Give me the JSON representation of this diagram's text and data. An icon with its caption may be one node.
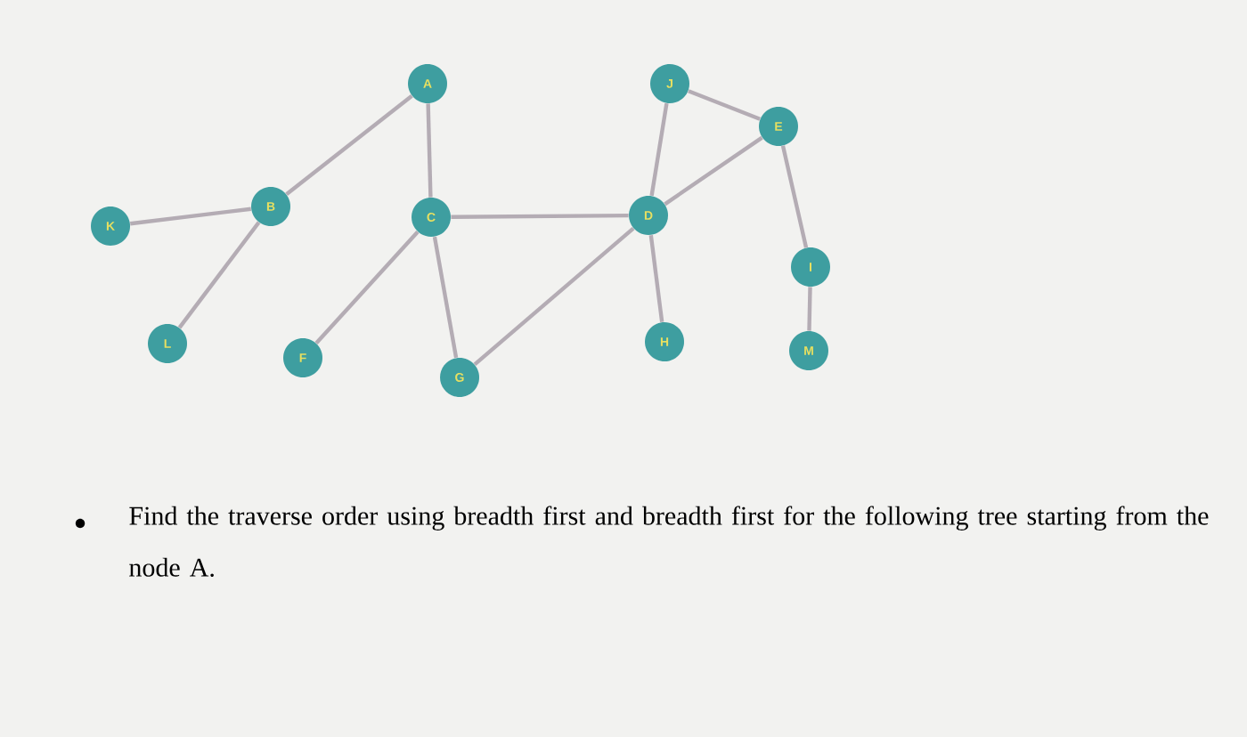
{
  "diagram": {
    "nodes": [
      {
        "text": [
          "A"
        ]
      },
      {
        "text": [
          "J"
        ]
      },
      {
        "text": [
          "E"
        ]
      },
      {
        "text": [
          "K"
        ]
      },
      {
        "text": [
          "B"
        ]
      },
      {
        "text": [
          "C"
        ]
      },
      {
        "text": [
          "D"
        ]
      },
      {
        "text": [
          "I"
        ]
      },
      {
        "text": [
          "L"
        ]
      },
      {
        "text": [
          "F"
        ]
      },
      {
        "text": [
          "G"
        ]
      },
      {
        "text": [
          "H"
        ]
      },
      {
        "text": [
          "M"
        ]
      }
    ],
    "edges": [
      {
        "from": 0,
        "to": 4,
        "arrow": "none"
      },
      {
        "from": 0,
        "to": 5,
        "arrow": "none"
      },
      {
        "from": 3,
        "to": 4,
        "arrow": "none"
      },
      {
        "from": 4,
        "to": 8,
        "arrow": "none"
      },
      {
        "from": 5,
        "to": 6,
        "arrow": "none"
      },
      {
        "from": 5,
        "to": 9,
        "arrow": "none"
      },
      {
        "from": 5,
        "to": 10,
        "arrow": "none"
      },
      {
        "from": 6,
        "to": 1,
        "arrow": "none"
      },
      {
        "from": 6,
        "to": 2,
        "arrow": "none"
      },
      {
        "from": 6,
        "to": 11,
        "arrow": "none"
      },
      {
        "from": 6,
        "to": 10,
        "arrow": "none"
      },
      {
        "from": 1,
        "to": 2,
        "arrow": "none"
      },
      {
        "from": 2,
        "to": 7,
        "arrow": "none"
      },
      {
        "from": 7,
        "to": 12,
        "arrow": "none"
      }
    ],
    "labels": [
      "Find the traverse order using breadth first and breadth first for the following tree starting from the node A."
    ]
  }
}
